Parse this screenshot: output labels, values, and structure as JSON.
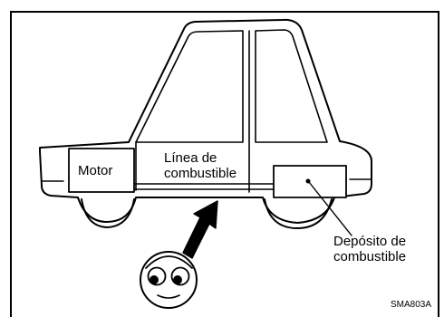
{
  "labels": {
    "engine": "Motor",
    "fuel_line_1": "Línea de",
    "fuel_line_2": "combustible",
    "fuel_tank_1": "Depósito de",
    "fuel_tank_2": "combustible",
    "figure_code": "SMA803A"
  },
  "colors": {
    "line": "#000000",
    "background": "#ffffff"
  }
}
